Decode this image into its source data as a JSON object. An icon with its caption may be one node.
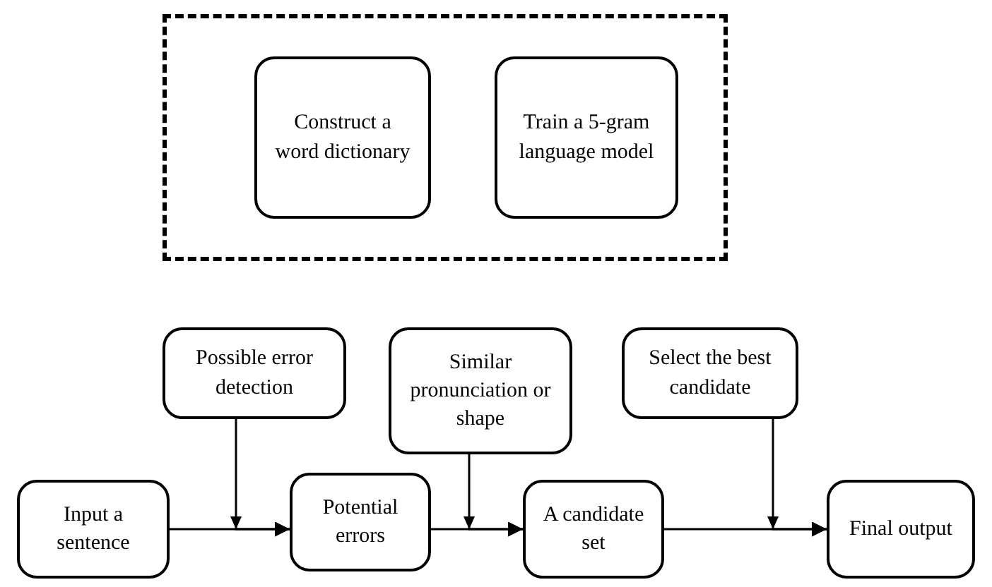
{
  "diagram": {
    "nodes": [
      {
        "text": [],
        "shape": "box"
      },
      {
        "text": [
          "Construct a word dictionary"
        ],
        "in": 0
      },
      {
        "text": [
          "Train a 5-gram language model"
        ],
        "in": 0
      },
      {
        "text": [
          "Possible error detection"
        ]
      },
      {
        "text": [
          "Similar pronunciation or shape"
        ]
      },
      {
        "text": [
          "Select the best candidate"
        ]
      },
      {
        "text": [
          "Input a sentence"
        ]
      },
      {
        "text": [
          "Potential errors"
        ]
      },
      {
        "text": [
          "A candidate set"
        ]
      },
      {
        "text": [
          "Final output"
        ]
      }
    ],
    "edges": [
      {
        "from": 6,
        "to": 7,
        "arrow": "to"
      },
      {
        "from": 3,
        "to": 7,
        "arrow": "to"
      },
      {
        "from": 7,
        "to": 8,
        "arrow": "to"
      },
      {
        "from": 4,
        "to": 8,
        "arrow": "to"
      },
      {
        "from": 8,
        "to": 9,
        "arrow": "to"
      },
      {
        "from": 5,
        "to": 9,
        "arrow": "to"
      }
    ]
  }
}
